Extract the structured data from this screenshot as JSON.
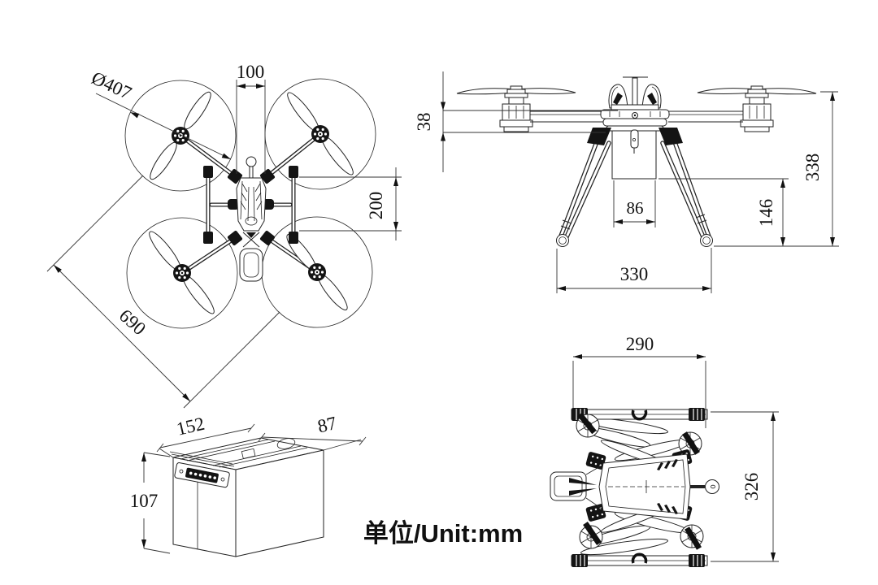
{
  "unit_label": "单位/Unit:mm",
  "dims": {
    "top": {
      "prop_diameter": "Ø407",
      "prop_gap": "100",
      "rail_span": "200",
      "diagonal_span": "690"
    },
    "front": {
      "arm_section": "38",
      "mount_width": "86",
      "ground_clearance": "146",
      "foot_span": "330",
      "overall_height": "338"
    },
    "battery": {
      "length": "152",
      "depth": "87",
      "height": "107"
    },
    "folded": {
      "width": "290",
      "height": "326"
    }
  }
}
